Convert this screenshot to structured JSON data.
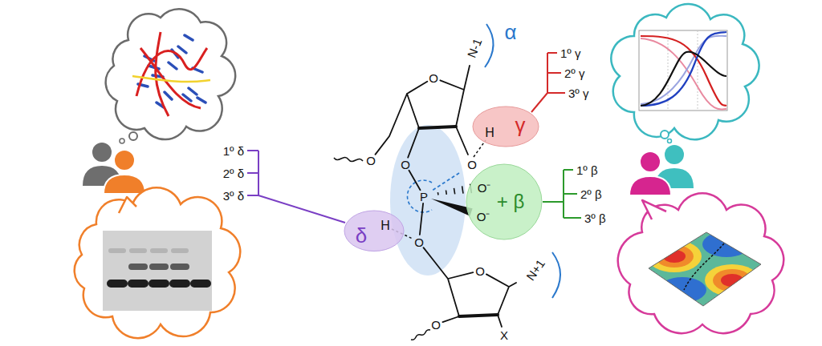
{
  "diagram": {
    "nodes": [
      {
        "text": [
          "H",
          "γ"
        ]
      },
      {
        "text": [
          "+ β"
        ]
      },
      {
        "text": [
          "δ",
          "H"
        ]
      }
    ],
    "labels": [
      "α",
      "N-1",
      "O",
      "1º γ",
      "2º γ",
      "3º γ",
      "O",
      "O",
      "O",
      "P",
      "O⁻",
      "1º δ",
      "2º δ",
      "3º δ",
      "1º β",
      "2º β",
      "3º β",
      "O⁻",
      "O",
      "O",
      "N+1",
      "O",
      "X"
    ]
  }
}
